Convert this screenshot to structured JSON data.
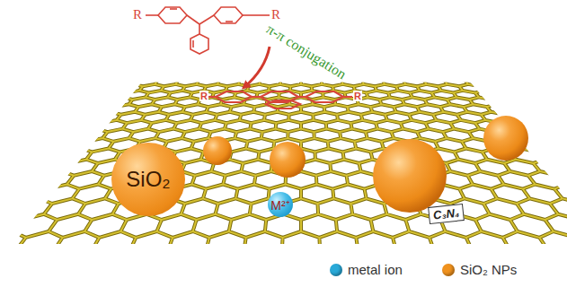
{
  "diagram": {
    "nodes": [
      {
        "text": [
          "SiO₂"
        ]
      },
      {
        "text": [
          "M²⁺"
        ]
      },
      {
        "text": [
          "C₃N₄"
        ]
      }
    ],
    "labels": [
      "π-π conjugation",
      "R",
      "R",
      "R",
      "R"
    ],
    "legend": [
      {
        "text": "metal ion",
        "color": "#29a9d8"
      },
      {
        "text": "SiO₂ NPs",
        "color": "#f0921e"
      }
    ]
  }
}
